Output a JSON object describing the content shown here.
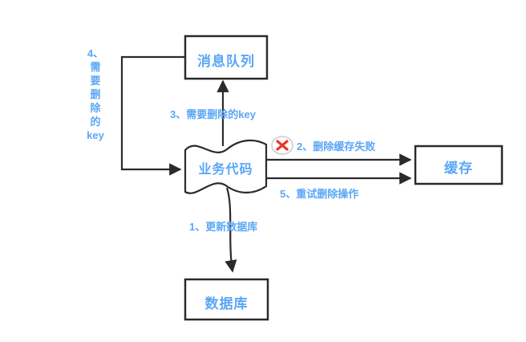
{
  "diagram": {
    "title": "cache-deletion-retry-flow",
    "colors": {
      "node_text": "#5aa7f5",
      "stroke": "#2b2b2b",
      "error_mark": "#e8362a",
      "error_circle": "#cccccc",
      "background": "#ffffff"
    },
    "nodes": [
      {
        "id": "message-queue",
        "label": "消息队列",
        "shape": "rectangle"
      },
      {
        "id": "business-code",
        "label": "业务代码",
        "shape": "wave-document"
      },
      {
        "id": "cache",
        "label": "缓存",
        "shape": "rectangle"
      },
      {
        "id": "database",
        "label": "数据库",
        "shape": "rectangle"
      }
    ],
    "edges": [
      {
        "id": "edge-1-update-database",
        "label": "1、更新数据库",
        "from": "business-code",
        "to": "database"
      },
      {
        "id": "edge-2-delete-cache-failed",
        "label": "2、删除缓存失败",
        "from": "business-code",
        "to": "cache",
        "status": "failed"
      },
      {
        "id": "edge-3-key-to-delete",
        "label": "3、需要删除的key",
        "from": "business-code",
        "to": "message-queue"
      },
      {
        "id": "edge-4-key-to-delete",
        "label_lines": [
          "4、",
          "需",
          "要",
          "删",
          "除",
          "的",
          "key"
        ],
        "from": "message-queue",
        "to": "business-code"
      },
      {
        "id": "edge-5-retry-delete",
        "label": "5、重试删除操作",
        "from": "business-code",
        "to": "cache"
      }
    ],
    "icons": [
      {
        "id": "error-x-icon",
        "name": "error-x-icon",
        "glyph": "✕"
      }
    ]
  }
}
